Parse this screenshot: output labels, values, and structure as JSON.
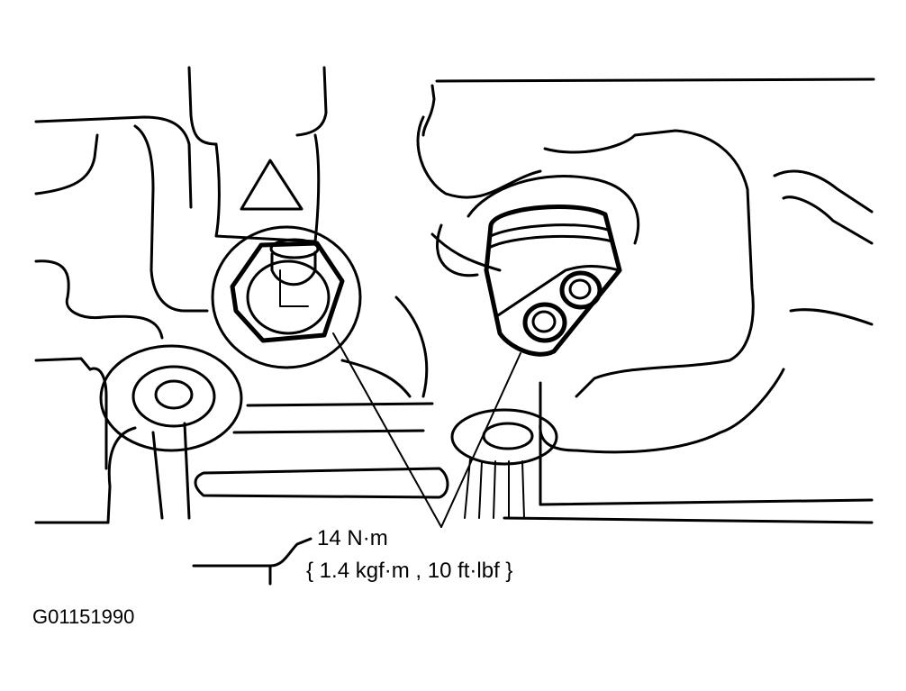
{
  "annotation": {
    "torque_value": "14 N·m",
    "torque_alt": "{ 1.4 kgf·m , 10 ft·lbf }"
  },
  "figure_id": "G01151990"
}
